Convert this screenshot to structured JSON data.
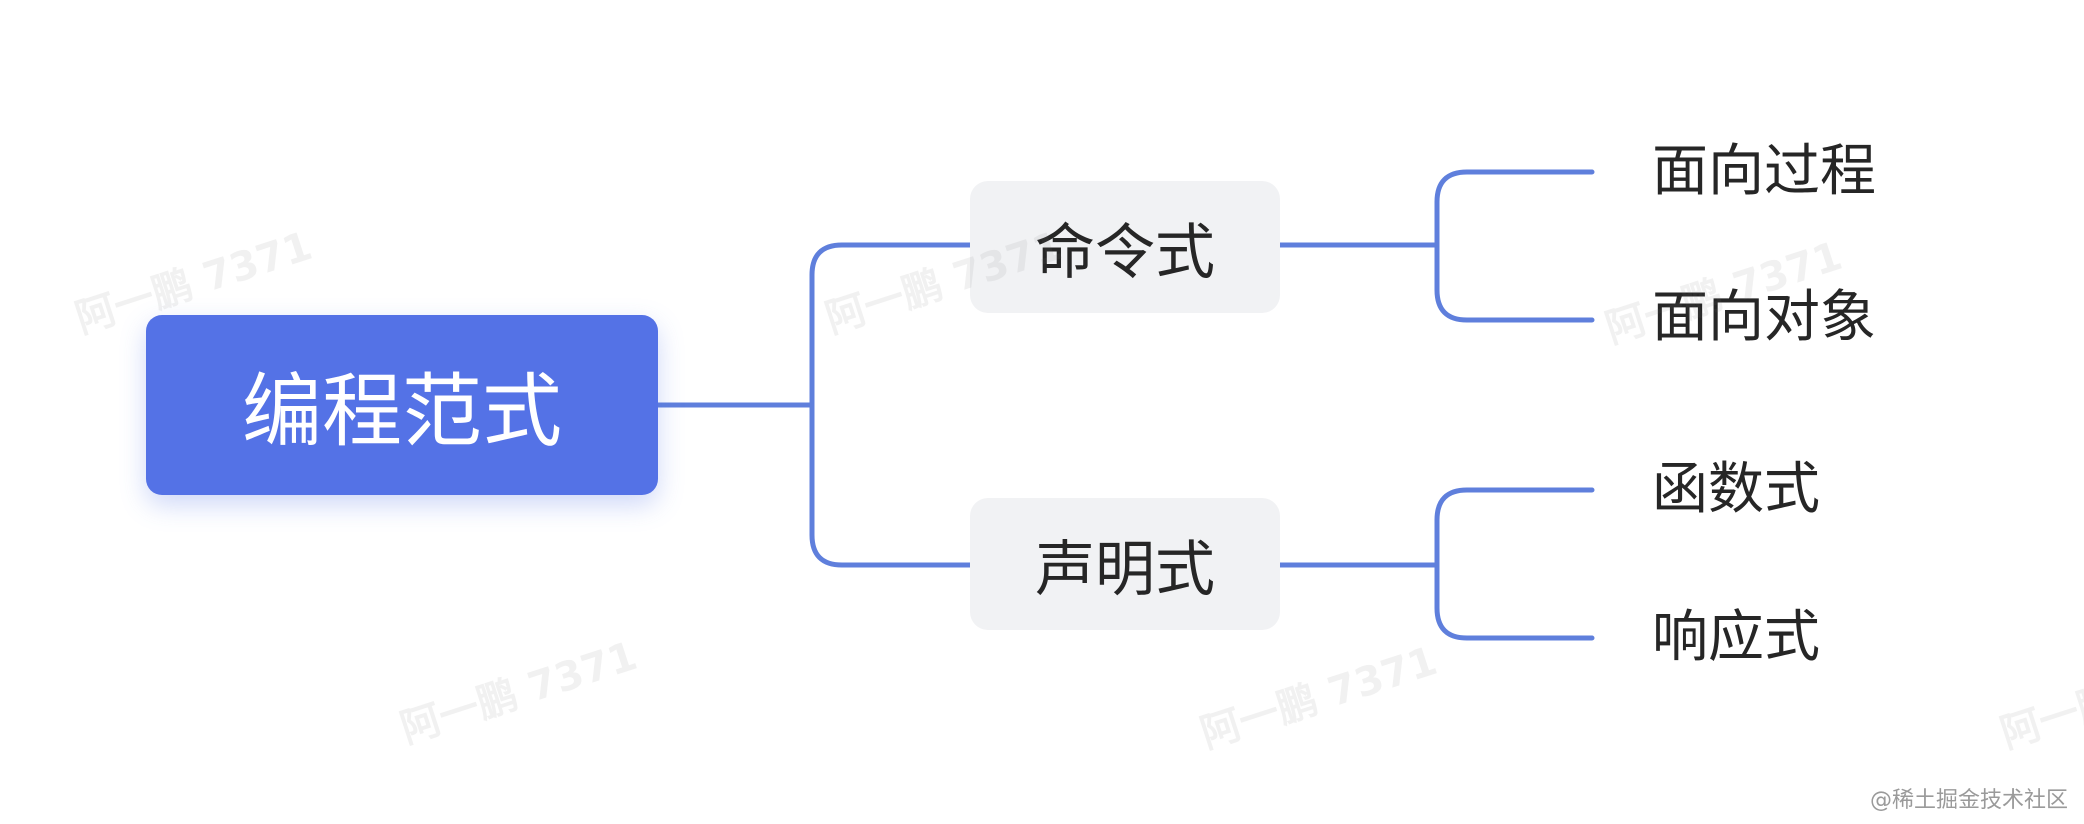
{
  "root": {
    "label": "编程范式"
  },
  "branches": [
    {
      "label": "命令式",
      "children": [
        "面向过程",
        "面向对象"
      ]
    },
    {
      "label": "声明式",
      "children": [
        "函数式",
        "响应式"
      ]
    }
  ],
  "watermark": "阿一鹏 7371",
  "credit": "@稀土掘金技术社区",
  "colors": {
    "root_fill": "#5472e6",
    "connector": "#5f7fdc",
    "branch_fill": "#f1f2f4",
    "text": "#262626"
  }
}
